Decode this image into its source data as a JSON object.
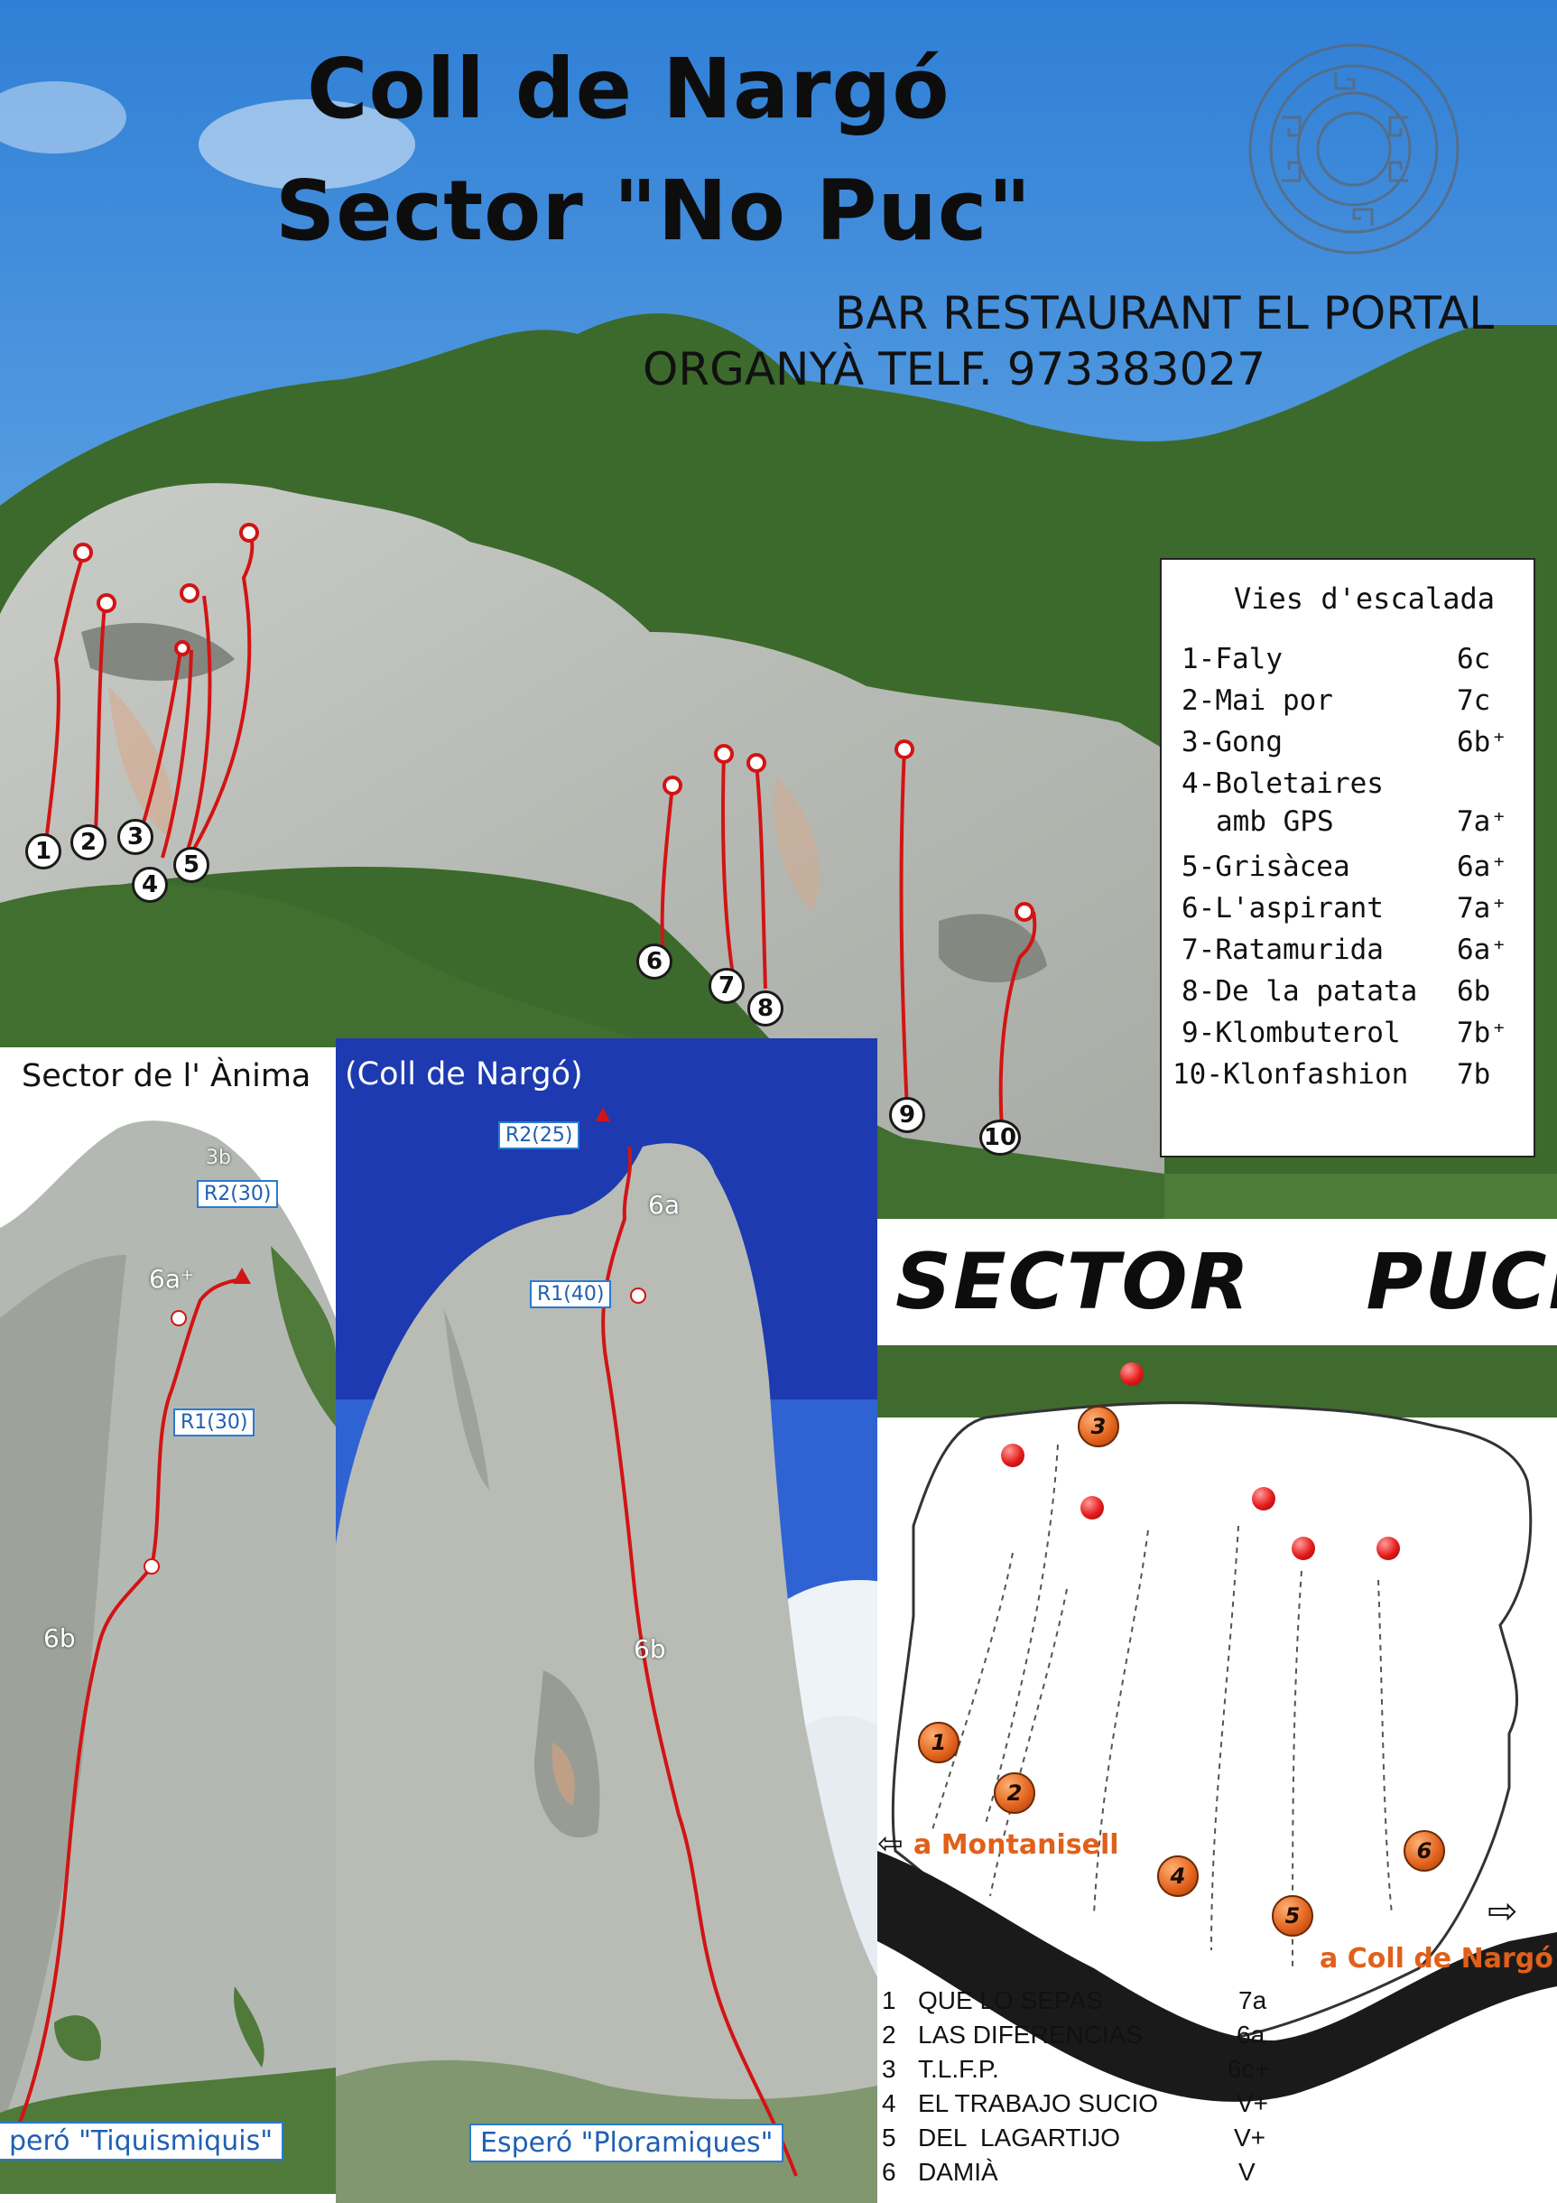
{
  "title": {
    "line1": "Coll de Nargó",
    "line2": "Sector \"No Puc\""
  },
  "sponsor": {
    "line1": "BAR RESTAURANT EL PORTAL",
    "line2": "ORGANYÀ  TELF. 973383027"
  },
  "photo_markers": [
    "1",
    "2",
    "3",
    "4",
    "5",
    "6",
    "7",
    "8",
    "9",
    "10"
  ],
  "routes_box": {
    "heading": "Vies d'escalada",
    "routes": [
      {
        "name": "1-Faly",
        "grade": "6c"
      },
      {
        "name": "2-Mai por",
        "grade": "7c"
      },
      {
        "name": "3-Gong",
        "grade": "6b⁺"
      },
      {
        "name": "4-Boletaires",
        "grade": ""
      },
      {
        "name": "amb GPS",
        "grade": "7a⁺"
      },
      {
        "name": "5-Grisàcea",
        "grade": "6a⁺"
      },
      {
        "name": "6-L'aspirant",
        "grade": "7a⁺"
      },
      {
        "name": "7-Ratamurida",
        "grade": "6a⁺"
      },
      {
        "name": "8-De la patata",
        "grade": "6b"
      },
      {
        "name": "9-Klombuterol",
        "grade": "7b⁺"
      },
      {
        "name": "10-Klonfashion",
        "grade": "7b"
      }
    ]
  },
  "anima": {
    "header": "Sector de l' Ànima",
    "grade_top": "3b",
    "belay2": "R2(30)",
    "grade_mid": "6a⁺",
    "belay1": "R1(30)",
    "grade_low": "6b",
    "footer": "peró \"Tiquismiquis\""
  },
  "ploramiques": {
    "header": "(Coll de Nargó)",
    "belay2": "R2(25)",
    "grade_top": "6a",
    "belay1": "R1(40)",
    "grade_low": "6b",
    "footer": "Esperó \"Ploramiques\""
  },
  "puck": {
    "title": "SECTOR    PUCK",
    "badges": [
      "1",
      "2",
      "3",
      "4",
      "5",
      "6"
    ],
    "left_direction": "a Montanisell",
    "right_direction": "a Coll de Nargó",
    "routes": [
      {
        "num": "1",
        "name": "QUE LO SEPAS",
        "grade": "7a"
      },
      {
        "num": "2",
        "name": "LAS DIFERENCIAS",
        "grade": "6a"
      },
      {
        "num": "3",
        "name": "T.L.F.P.",
        "grade": "6c+"
      },
      {
        "num": "4",
        "name": "EL TRABAJO SUCIO",
        "grade": "V+"
      },
      {
        "num": "5",
        "name": "DEL  LAGARTIJO",
        "grade": "V+"
      },
      {
        "num": "6",
        "name": "DAMIÀ",
        "grade": "V"
      }
    ]
  },
  "colors": {
    "route_red": "#d21414",
    "label_blue": "#1f5fb2",
    "badge_orange": "#e0601a",
    "sky_blue": "#3f8bd9"
  }
}
